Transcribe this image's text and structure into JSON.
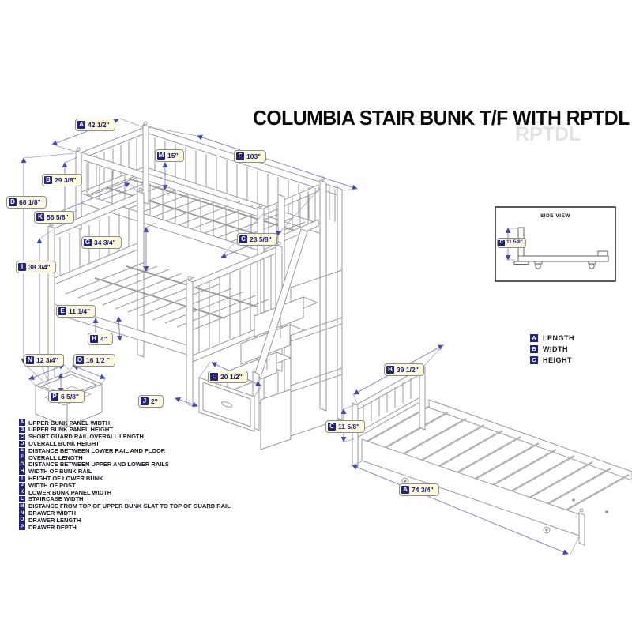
{
  "title": "COLUMBIA STAIR BUNK T/F WITH RPTDL",
  "ghost_text": "RPTDL",
  "colors": {
    "dimension_blue": "#8a8ac8",
    "badge_navy": "#232377",
    "label_bg": "#fdf9de",
    "line_gray": "#9b9b9b"
  },
  "dims": {
    "A": {
      "letter": "A",
      "value": "42 1/2\""
    },
    "B": {
      "letter": "B",
      "value": "29 3/8\""
    },
    "C": {
      "letter": "C",
      "value": "23 5/8\""
    },
    "D": {
      "letter": "D",
      "value": "68 1/8\""
    },
    "E": {
      "letter": "E",
      "value": "11 1/4\""
    },
    "F": {
      "letter": "F",
      "value": "103\""
    },
    "G": {
      "letter": "G",
      "value": "34 3/4\""
    },
    "H": {
      "letter": "H",
      "value": "4\""
    },
    "I": {
      "letter": "I",
      "value": "38 3/4\""
    },
    "J": {
      "letter": "J",
      "value": "2\""
    },
    "K": {
      "letter": "K",
      "value": "56 5/8\""
    },
    "L": {
      "letter": "L",
      "value": "20 1/2\""
    },
    "M": {
      "letter": "M",
      "value": "15\""
    },
    "N": {
      "letter": "N",
      "value": "12 3/4\""
    },
    "O": {
      "letter": "O",
      "value": "16 1/2 \""
    },
    "P": {
      "letter": "P",
      "value": "6 5/8\""
    }
  },
  "trundle_dims": {
    "A": {
      "letter": "A",
      "value": "74 3/4\""
    },
    "B": {
      "letter": "B",
      "value": "39 1/2\""
    },
    "C": {
      "letter": "C",
      "value": "11 5/8\""
    }
  },
  "side_view": {
    "title": "SIDE VIEW",
    "dim": {
      "letter": "C",
      "value": "11 5/8\""
    }
  },
  "abc_legend": [
    {
      "letter": "A",
      "label": "LENGTH"
    },
    {
      "letter": "B",
      "label": "WIDTH"
    },
    {
      "letter": "C",
      "label": "HEIGHT"
    }
  ],
  "legend": [
    {
      "letter": "A",
      "label": "UPPER BUNK PANEL WIDTH"
    },
    {
      "letter": "B",
      "label": "UPPER BUNK PANEL HEIGHT"
    },
    {
      "letter": "C",
      "label": "SHORT GUARD RAIL OVERALL LENGTH"
    },
    {
      "letter": "D",
      "label": "OVERALL BUNK HEIGHT"
    },
    {
      "letter": "E",
      "label": "DISTANCE BETWEEN LOWER RAIL AND FLOOR"
    },
    {
      "letter": "F",
      "label": "OVERALL LENGTH"
    },
    {
      "letter": "G",
      "label": "DISTANCE BETWEEN UPPER AND LOWER RAILS"
    },
    {
      "letter": "H",
      "label": "WIDTH OF BUNK RAIL"
    },
    {
      "letter": "I",
      "label": "HEIGHT OF LOWER BUNK"
    },
    {
      "letter": "J",
      "label": "WIDTH OF POST"
    },
    {
      "letter": "K",
      "label": "LOWER BUNK PANEL WIDTH"
    },
    {
      "letter": "L",
      "label": "STAIRCASE WIDTH"
    },
    {
      "letter": "M",
      "label": "DISTANCE FROM TOP OF UPPER BUNK SLAT TO TOP OF GUARD RAIL"
    },
    {
      "letter": "N",
      "label": "DRAWER WIDTH"
    },
    {
      "letter": "O",
      "label": "DRAWER LENGTH"
    },
    {
      "letter": "P",
      "label": "DRAWER DEPTH"
    }
  ]
}
